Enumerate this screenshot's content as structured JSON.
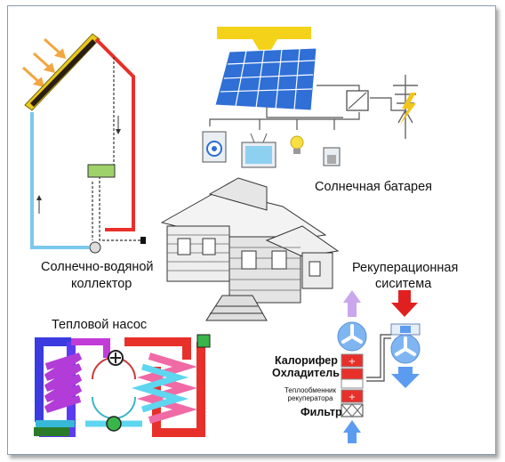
{
  "labels": {
    "solar_collector": "Солнечно-водяной",
    "solar_collector_2": "коллектор",
    "solar_battery": "Солнечная батарея",
    "heat_pump": "Тепловой насос",
    "recuperation": "Рекуперационная",
    "recuperation_2": "сиситема",
    "heater": "Калорифер",
    "cooler": "Охладитель",
    "heat_exchanger": "Теплообменник",
    "heat_exchanger_2": "рекуператора",
    "filter": "Фильтр"
  },
  "colors": {
    "hot_pipe": "#e8302a",
    "cold_pipe": "#7cc8ec",
    "panel_blue": "#2f6fd6",
    "sun_yellow": "#f5d21a",
    "supply_arrow": "#5b9cf0",
    "exhaust_arrow": "#c9a6ee",
    "inlet_arrow": "#e02020"
  }
}
